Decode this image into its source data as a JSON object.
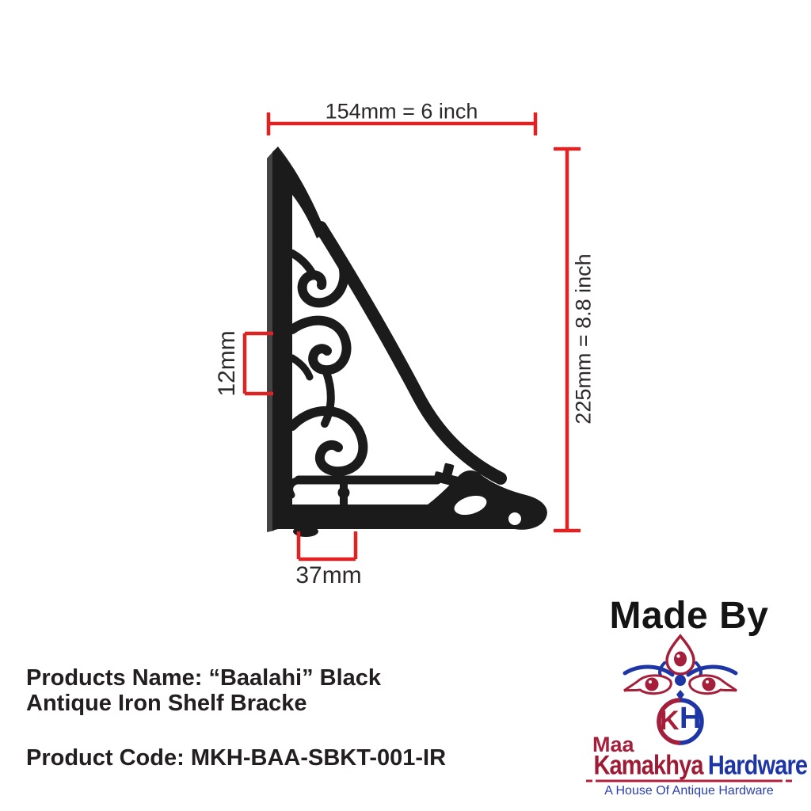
{
  "colors": {
    "dimension_red": "#e02222",
    "bracket_black": "#1b1b1b",
    "text_dark": "#231f20",
    "logo_crimson": "#a51e3a",
    "logo_blue": "#1d35a5"
  },
  "dimensions": {
    "width_label": "154mm = 6 inch",
    "height_label": "225mm = 8.8 inch",
    "thickness_label": "12mm",
    "depth_label": "37mm"
  },
  "product": {
    "name_line1": "Products Name: “Baalahi” Black",
    "name_line2": "Antique Iron Shelf Bracke",
    "code_line": "Product Code: MKH-BAA-SBKT-001-IR"
  },
  "maker": {
    "heading": "Made By",
    "logo": {
      "monogram_k": "K",
      "monogram_h": "H",
      "name_prefix": "Maa",
      "name_main": "Kamakhya",
      "name_suffix": "Hardware",
      "tagline": "A House Of Antique Hardware"
    }
  }
}
